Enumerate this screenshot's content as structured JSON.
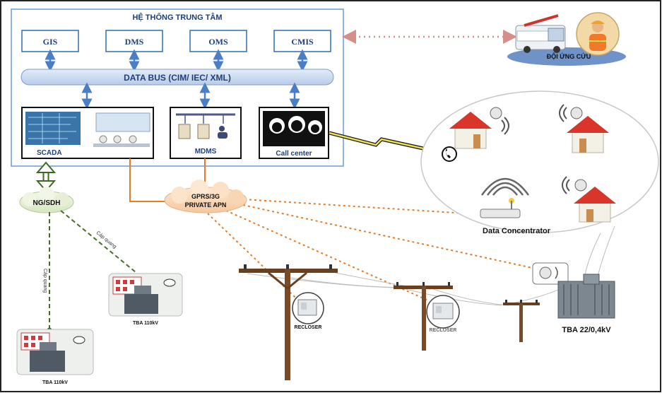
{
  "central_system": {
    "title": "HỆ THỐNG TRUNG TÂM",
    "modules": [
      "GIS",
      "DMS",
      "OMS",
      "CMIS"
    ],
    "data_bus": "DATA BUS (CIM/ IEC/ XML)",
    "scada": "SCADA",
    "mdms": "MDMS",
    "call_center": "Call center"
  },
  "crew": {
    "label": "ĐỘI ỨNG CỨU"
  },
  "network": {
    "gprs_line1": "GPRS/3G",
    "gprs_line2": "PRIVATE APN",
    "ng_sdh": "NG/SDH",
    "fiber1": "Cáp quang",
    "fiber2": "Cáp quang"
  },
  "field": {
    "data_concentrator": "Data Concentrator",
    "recloser1": "RECLOSER",
    "recloser2": "RECLOSER",
    "tba_22": "TBA 22/0,4kV",
    "tba_110_a": "TBA 110kV",
    "tba_110_b": "TBA 110kV"
  },
  "colors": {
    "frame_blue": "#6b9bd1",
    "module_border": "#2f6db5",
    "bus_fill": "#c9d8ef",
    "arrow_blue": "#4a7fc8",
    "orange_link": "#e57d26",
    "green_link": "#4a6b2a",
    "house_red": "#d9352b",
    "crew_ellipse": "#6f92c8"
  }
}
